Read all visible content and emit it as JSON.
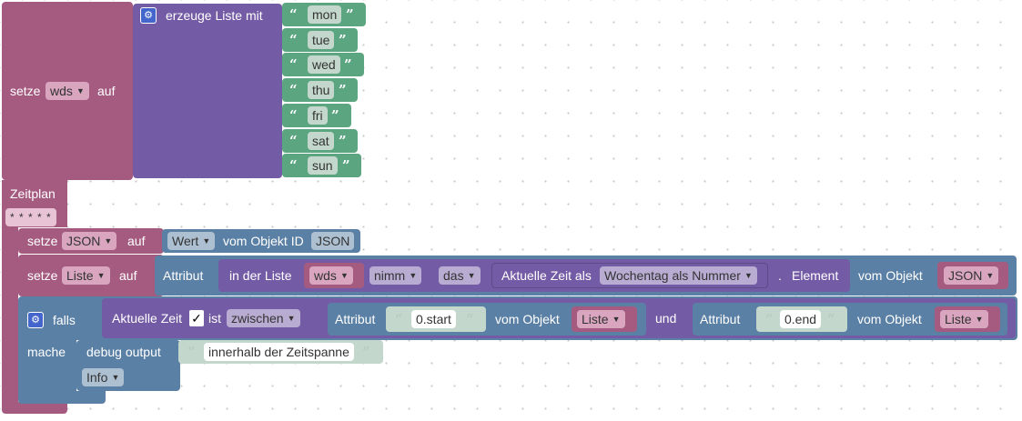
{
  "colors": {
    "variable": "#a55b80",
    "list_create": "#745ba5",
    "text": "#5ba580",
    "text_light": "#c3d7cd",
    "logic": "#5b80a5",
    "getter": "#5b80a5",
    "object_attr": "#5b80a5",
    "comment": "#a55b80"
  },
  "set_wds": {
    "set_label": "setze",
    "var": "wds",
    "to_label": "auf",
    "create_list_label": "erzeuge Liste mit",
    "items": [
      "mon",
      "tue",
      "wed",
      "thu",
      "fri",
      "sat",
      "sun"
    ]
  },
  "schedule": {
    "label": "Zeitplan",
    "cron": "* * * * *"
  },
  "set_json": {
    "set_label": "setze",
    "var": "JSON",
    "to_label": "auf",
    "value_dropdown": "Wert",
    "from_object_label": "vom Objekt ID",
    "object_id": "JSON"
  },
  "set_list": {
    "set_label": "setze",
    "var": "Liste",
    "to_label": "auf",
    "attribute_label": "Attribut",
    "in_list_label": "in der Liste",
    "list_var": "wds",
    "take_dropdown": "nimm",
    "which_dropdown": "das",
    "current_time_label": "Aktuelle Zeit als",
    "time_format_dropdown": "Wochentag als Nummer",
    "dot": ".",
    "element_label": "Element",
    "from_object_label": "vom Objekt",
    "object_var": "JSON"
  },
  "if_block": {
    "if_label": "falls",
    "current_time_label": "Aktuelle Zeit",
    "check_mark": "✓",
    "is_label": "ist",
    "between_dropdown": "zwischen",
    "attr1_label": "Attribut",
    "attr1_value": "0.start",
    "from_obj1_label": "vom Objekt",
    "obj1_var": "Liste",
    "and_label": "und",
    "attr2_label": "Attribut",
    "attr2_value": "0.end",
    "from_obj2_label": "vom Objekt",
    "obj2_var": "Liste",
    "do_label": "mache",
    "debug_label": "debug output",
    "debug_text": "innerhalb der Zeitspanne",
    "log_level": "Info"
  }
}
